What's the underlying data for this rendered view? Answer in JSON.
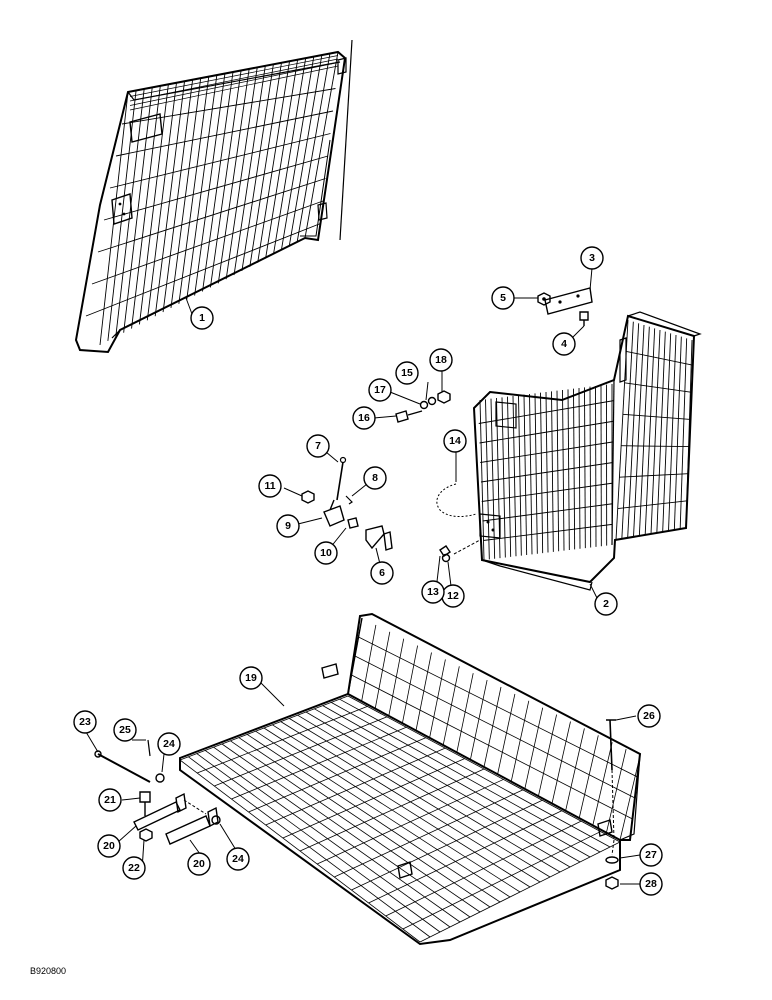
{
  "diagram": {
    "callouts": [
      {
        "id": "c1",
        "label": "1"
      },
      {
        "id": "c2",
        "label": "2"
      },
      {
        "id": "c3",
        "label": "3"
      },
      {
        "id": "c4",
        "label": "4"
      },
      {
        "id": "c5",
        "label": "5"
      },
      {
        "id": "c6",
        "label": "6"
      },
      {
        "id": "c7",
        "label": "7"
      },
      {
        "id": "c8",
        "label": "8"
      },
      {
        "id": "c9",
        "label": "9"
      },
      {
        "id": "c10",
        "label": "10"
      },
      {
        "id": "c11",
        "label": "11"
      },
      {
        "id": "c12",
        "label": "12"
      },
      {
        "id": "c13",
        "label": "13"
      },
      {
        "id": "c14",
        "label": "14"
      },
      {
        "id": "c15",
        "label": "15"
      },
      {
        "id": "c16",
        "label": "16"
      },
      {
        "id": "c17",
        "label": "17"
      },
      {
        "id": "c18",
        "label": "18"
      },
      {
        "id": "c19",
        "label": "19"
      },
      {
        "id": "c20a",
        "label": "20"
      },
      {
        "id": "c20b",
        "label": "20"
      },
      {
        "id": "c21",
        "label": "21"
      },
      {
        "id": "c22",
        "label": "22"
      },
      {
        "id": "c23",
        "label": "23"
      },
      {
        "id": "c24a",
        "label": "24"
      },
      {
        "id": "c24b",
        "label": "24"
      },
      {
        "id": "c25",
        "label": "25"
      },
      {
        "id": "c26",
        "label": "26"
      },
      {
        "id": "c27",
        "label": "27"
      },
      {
        "id": "c28",
        "label": "28"
      }
    ],
    "figure_code": "B920800"
  }
}
